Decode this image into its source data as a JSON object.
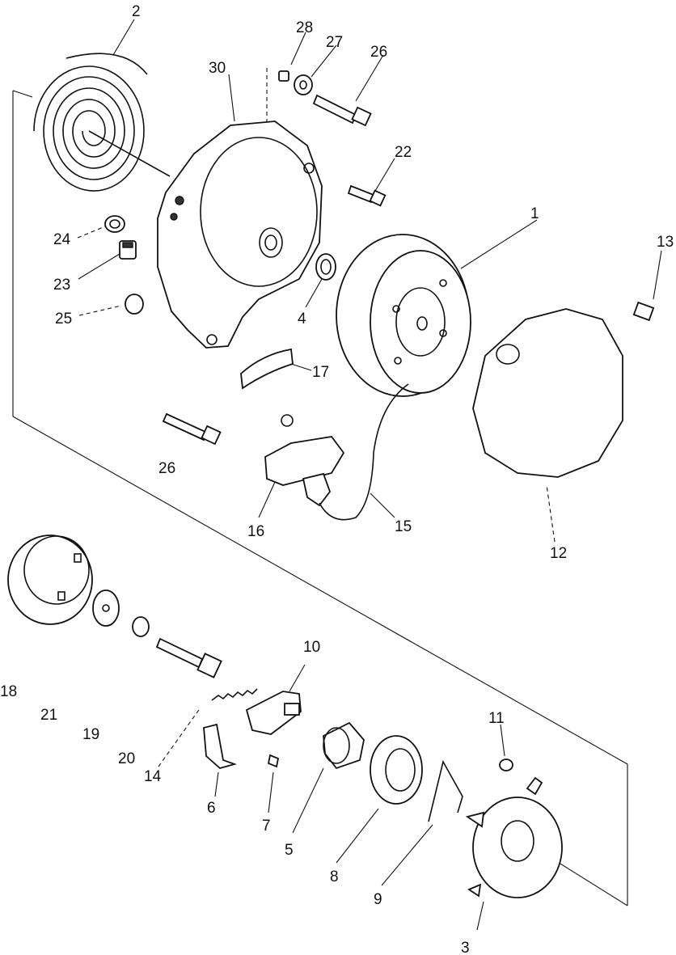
{
  "labels": {
    "p1": "1",
    "p2": "2",
    "p3": "3",
    "p4": "4",
    "p5": "5",
    "p6": "6",
    "p7": "7",
    "p8": "8",
    "p9": "9",
    "p10": "10",
    "p11": "11",
    "p12": "12",
    "p13": "13",
    "p14": "14",
    "p15": "15",
    "p16": "16",
    "p17": "17",
    "p18": "18",
    "p19": "19",
    "p20": "20",
    "p21": "21",
    "p22": "22",
    "p23": "23",
    "p24": "24",
    "p25": "25",
    "p26a": "26",
    "p26b": "26",
    "p27": "27",
    "p28": "28",
    "p30": "30"
  }
}
